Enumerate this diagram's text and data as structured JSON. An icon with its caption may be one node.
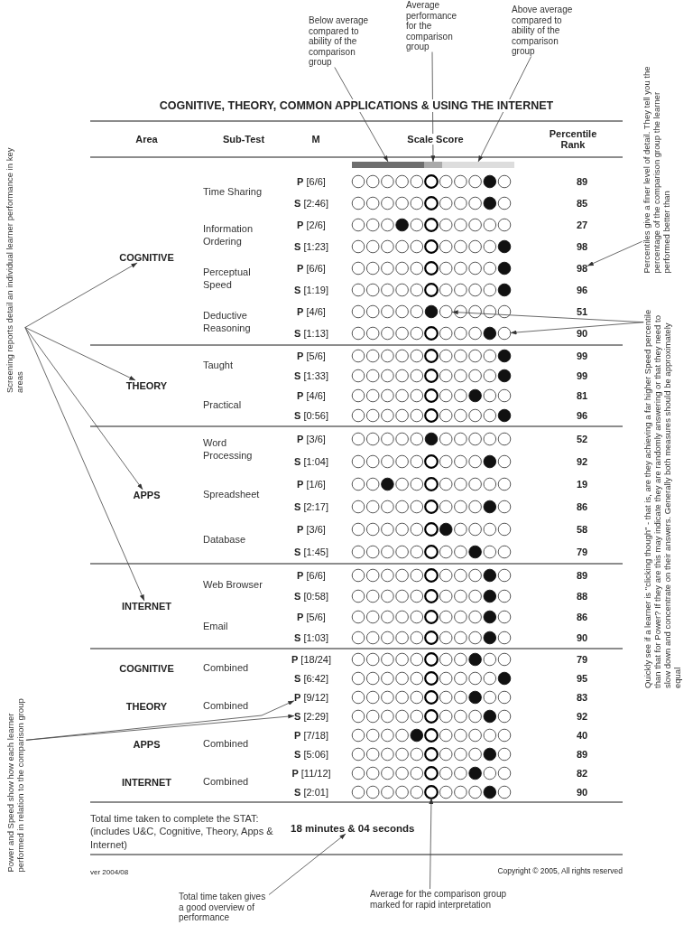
{
  "diagram": {
    "title": "COGNITIVE, THEORY, COMMON APPLICATIONS & USING THE INTERNET",
    "nodes": [
      {
        "text": [
          "Below average compared to ability of the comparison group"
        ]
      },
      {
        "text": [
          "Average performance for the comparison group"
        ]
      },
      {
        "text": [
          "Above average compared to ability of the comparison group"
        ]
      },
      {
        "text": [],
        "shape": "bar"
      },
      {
        "text": [],
        "shape": "bar"
      },
      {
        "text": [],
        "shape": "bar"
      },
      {
        "text": [
          "COGNITIVE"
        ]
      },
      {
        "text": [
          "98"
        ]
      },
      {
        "text": [],
        "shape": "circle"
      },
      {
        "text": [],
        "shape": "circle"
      },
      {
        "text": [
          "THEORY"
        ]
      },
      {
        "text": [
          "APPS"
        ]
      },
      {
        "text": [
          "INTERNET"
        ]
      },
      {
        "text": [
          "**P** [9/12]"
        ]
      },
      {
        "text": [
          "**S** [2:29]"
        ]
      },
      {
        "text": [],
        "shape": "circle"
      },
      {
        "text": [
          "18 minutes & 04 seconds"
        ]
      },
      {
        "text": [
          "Screening reports detail an individual learner performance in key areas"
        ]
      },
      {
        "text": [
          "Power and Speed show how each learner performed in relation to the comparison group"
        ]
      },
      {
        "text": [
          "Percentiles give a finer level of detail. They tell you the percentage of the comparison group the learner performed better than"
        ]
      },
      {
        "text": [
          "Quickly see if a learner is \"clicking though\" - that is, are they achieving a far higher Speed percentile than that for Power? If they are this may indicate they are randomly answering or that they need to slow down and concentrate on their answers. Generally both measures should be approximately equal"
        ]
      },
      {
        "text": [
          "Total time taken gives a good overview of performance"
        ]
      },
      {
        "text": [
          "Average for the comparison group marked for rapid interpretation"
        ]
      }
    ],
    "edges": [
      {
        "from": 0,
        "to": 3,
        "arrow": "to"
      },
      {
        "from": 1,
        "to": 4,
        "arrow": "to"
      },
      {
        "from": 2,
        "to": 5,
        "arrow": "to"
      },
      {
        "from": 17,
        "to": 6,
        "arrow": "to"
      },
      {
        "from": 17,
        "to": 10,
        "arrow": "to"
      },
      {
        "from": 17,
        "to": 11,
        "arrow": "to"
      },
      {
        "from": 17,
        "to": 12,
        "arrow": "to"
      },
      {
        "from": 18,
        "to": 13,
        "arrow": "to"
      },
      {
        "from": 18,
        "to": 14,
        "arrow": "to"
      },
      {
        "from": 19,
        "to": 7,
        "arrow": "to"
      },
      {
        "from": 20,
        "to": 8,
        "arrow": "to"
      },
      {
        "from": 20,
        "to": 9,
        "arrow": "to"
      },
      {
        "from": 21,
        "to": 16,
        "arrow": "to"
      },
      {
        "from": 22,
        "to": 15,
        "arrow": "to"
      }
    ],
    "labels": [
      "Area",
      "Sub-Test",
      "M",
      "Scale Score",
      "Percentile Rank",
      "Time Sharing",
      "**P** [6/6]",
      "89",
      "**S** [2:46]",
      "85",
      "Information Ordering",
      "**P** [2/6]",
      "27",
      "**S** [1:23]",
      "98",
      "Perceptual Speed",
      "**P** [6/6]",
      "**S** [1:19]",
      "96",
      "Deductive Reasoning",
      "**P** [4/6]",
      "51",
      "**S** [1:13]",
      "90",
      "Taught",
      "**P** [5/6]",
      "99",
      "**S** [1:33]",
      "99",
      "Practical",
      "**P** [4/6]",
      "81",
      "**S** [0:56]",
      "96",
      "Word Processing",
      "**P** [3/6]",
      "52",
      "**S** [1:04]",
      "92",
      "Spreadsheet",
      "**P** [1/6]",
      "19",
      "**S** [2:17]",
      "86",
      "Database",
      "**P** [3/6]",
      "58",
      "**S** [1:45]",
      "79",
      "Web Browser",
      "**P** [6/6]",
      "89",
      "**S** [0:58]",
      "88",
      "Email",
      "**P** [5/6]",
      "86",
      "**S** [1:03]",
      "90",
      "COGNITIVE",
      "Combined",
      "**P** [18/24]",
      "79",
      "**S** [6:42]",
      "95",
      "THEORY",
      "Combined",
      "83",
      "92",
      "APPS",
      "Combined",
      "**P** [7/18]",
      "40",
      "**S** [5:06]",
      "89",
      "INTERNET",
      "Combined",
      "**P** [11/12]",
      "82",
      "**S** [2:01]",
      "90",
      "Total time taken to complete the STAT: (includes U&C, Cognitive, Theory, Apps & Internet)",
      "ver 2004/08",
      "Copyright © 2005, All rights reserved"
    ]
  }
}
